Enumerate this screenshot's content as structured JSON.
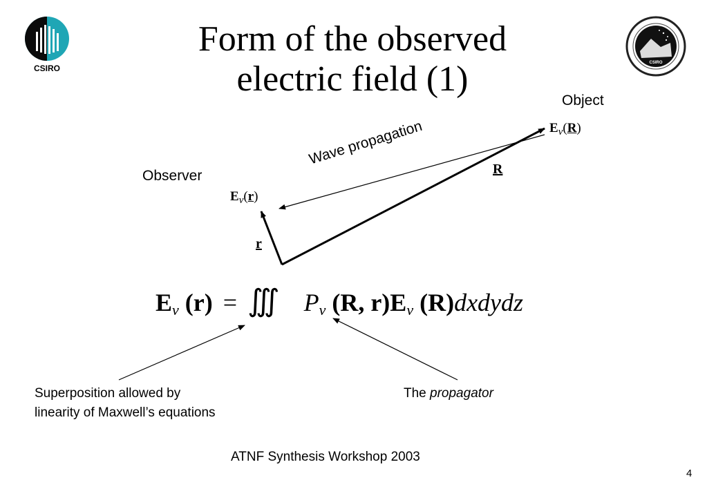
{
  "slide": {
    "title_line1": "Form of the observed",
    "title_line2": "electric field (1)",
    "labels": {
      "object": "Object",
      "observer": "Observer",
      "wave_propagation": "Wave propagation",
      "R": "R",
      "r": "r"
    },
    "field_object": {
      "E": "E",
      "nu": "ν",
      "open": "(",
      "var": "R",
      "close": ")"
    },
    "field_observer": {
      "E": "E",
      "nu": "ν",
      "open": "(",
      "var": "r",
      "close": ")"
    },
    "equation": {
      "lhs_E": "E",
      "lhs_sub": "ν",
      "lhs_arg": "(r)",
      "equals": "=",
      "integral": "∭",
      "P": "P",
      "P_sub": "ν",
      "P_arg": "(R, r)",
      "rhs_E": "E",
      "rhs_sub": "ν",
      "rhs_arg": "(R)",
      "differential": "dxdydz"
    },
    "caption_left_line1": "Superposition allowed by",
    "caption_left_line2": "linearity of Maxwell’s equations",
    "caption_right_prefix": "The ",
    "caption_right_italic": "propagator",
    "footer": "ATNF Synthesis Workshop 2003",
    "page_number": "4",
    "logos": {
      "csiro_text": "CSIRO",
      "atnf_text": "CSIRO"
    },
    "colors": {
      "csiro_teal": "#1fa6b5",
      "ink": "#000000"
    }
  }
}
